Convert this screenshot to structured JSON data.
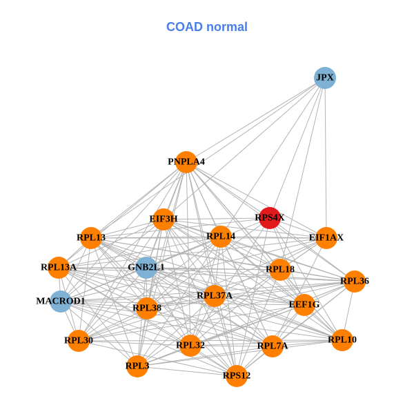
{
  "title": "COAD normal",
  "colors": {
    "title": "#4a7ee8",
    "edge": "#b3b3b3",
    "hub": "#e31a1c",
    "ribosomal": "#ff7f00",
    "other": "#7eb1d3"
  },
  "nodes": [
    {
      "id": "JPX",
      "group": "other"
    },
    {
      "id": "PNPLA4",
      "group": "ribosomal"
    },
    {
      "id": "EIF3H",
      "group": "ribosomal"
    },
    {
      "id": "RPS4X",
      "group": "hub"
    },
    {
      "id": "RPL13",
      "group": "ribosomal"
    },
    {
      "id": "RPL14",
      "group": "ribosomal"
    },
    {
      "id": "EIF1AX",
      "group": "ribosomal"
    },
    {
      "id": "RPL13A",
      "group": "ribosomal"
    },
    {
      "id": "GNB2L1",
      "group": "other"
    },
    {
      "id": "RPL18",
      "group": "ribosomal"
    },
    {
      "id": "RPL36",
      "group": "ribosomal"
    },
    {
      "id": "MACROD1",
      "group": "other"
    },
    {
      "id": "RPL38",
      "group": "ribosomal"
    },
    {
      "id": "RPL37A",
      "group": "ribosomal"
    },
    {
      "id": "EEF1G",
      "group": "ribosomal"
    },
    {
      "id": "RPL30",
      "group": "ribosomal"
    },
    {
      "id": "RPL32",
      "group": "ribosomal"
    },
    {
      "id": "RPL7A",
      "group": "ribosomal"
    },
    {
      "id": "RPL10",
      "group": "ribosomal"
    },
    {
      "id": "RPL3",
      "group": "ribosomal"
    },
    {
      "id": "RPS12",
      "group": "ribosomal"
    }
  ],
  "edges_note": "dense co-expression network; JPX connects to PNPLA4, EIF3H, RPS4X, RPL14, EIF1AX, RPL13, RPL18; remaining nodes densely interconnected"
}
